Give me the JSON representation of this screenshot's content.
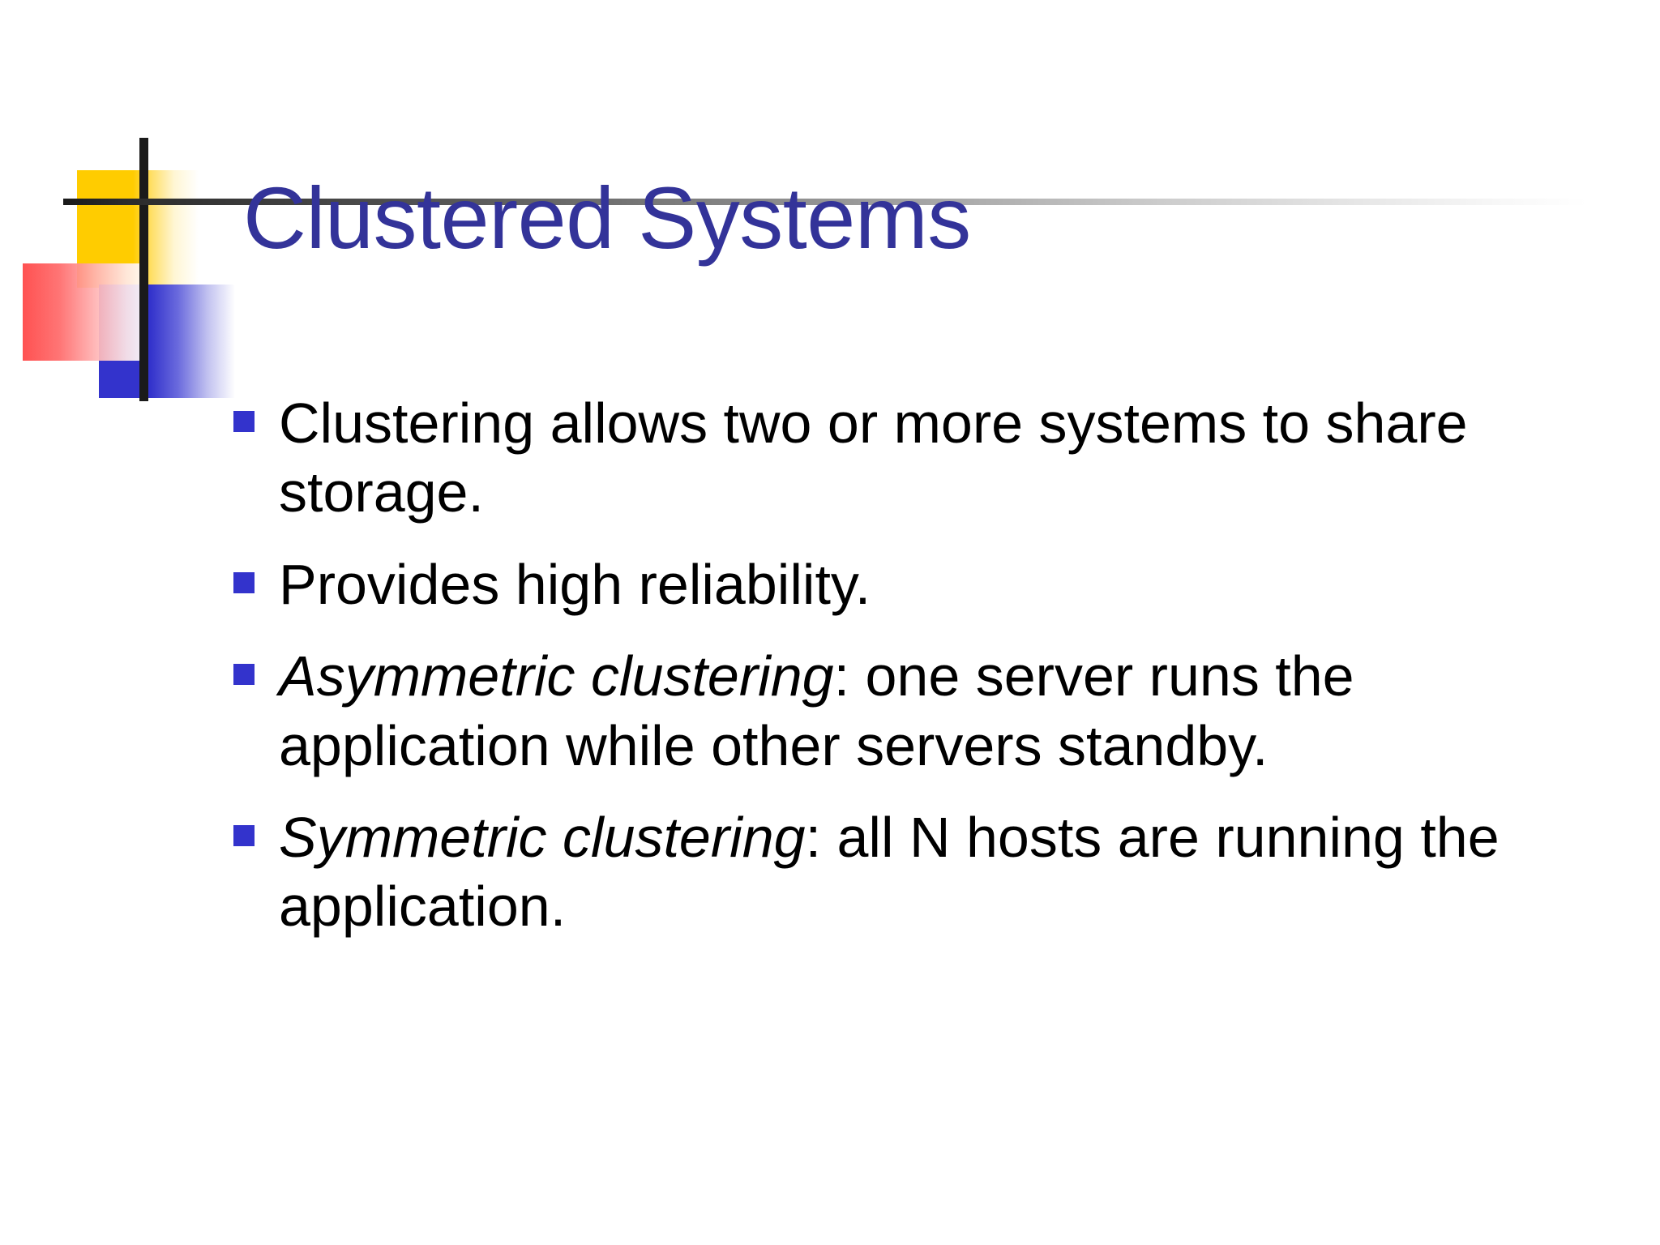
{
  "slide": {
    "title": "Clustered Systems",
    "background_color": "#FFFFFF",
    "title_color": "#333399",
    "bullet_color": "#3333CC",
    "body_text_color": "#000000"
  },
  "ornament": {
    "yellow_color": "#FFCC00",
    "blue_color": "#3333CC",
    "red_color": "#FF4444",
    "line_color": "#1A1A1A"
  },
  "bullets": [
    {
      "emphasis": "",
      "rest": "Clustering allows two or more systems to share storage."
    },
    {
      "emphasis": "",
      "rest": "Provides high reliability."
    },
    {
      "emphasis": "Asymmetric clustering",
      "rest": ": one server runs the application while other servers standby."
    },
    {
      "emphasis": "Symmetric clustering",
      "rest": ": all N hosts are running the application."
    }
  ]
}
